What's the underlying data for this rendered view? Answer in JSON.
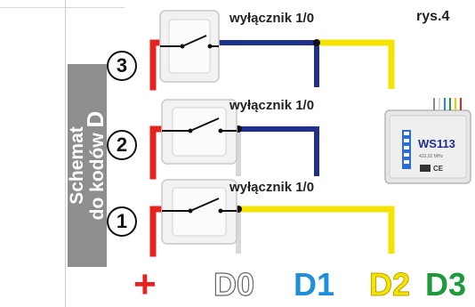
{
  "figure_label": "rys.4",
  "side_title": {
    "line1": "Schemat",
    "line2_prefix": "do kodów",
    "line2_letter": "D"
  },
  "switches": [
    {
      "number": "3",
      "label": "wyłącznik 1/0"
    },
    {
      "number": "2",
      "label": "wyłącznik 1/0"
    },
    {
      "number": "1",
      "label": "wyłącznik 1/0"
    }
  ],
  "legend": {
    "plus": "+",
    "d0": "D0",
    "d1": "D1",
    "d2": "D2",
    "d3": "D3"
  },
  "module": {
    "name": "WS113",
    "frequency": "433,92 MHz",
    "marks": "CE"
  },
  "colors": {
    "red": "#e52320",
    "blue": "#1f2f8c",
    "yellow": "#f5e400",
    "gray": "#d8d8d8",
    "d1_blue": "#1e8fd8",
    "d3_green": "#1e9a3a",
    "side_box": "#8e8e8e"
  }
}
